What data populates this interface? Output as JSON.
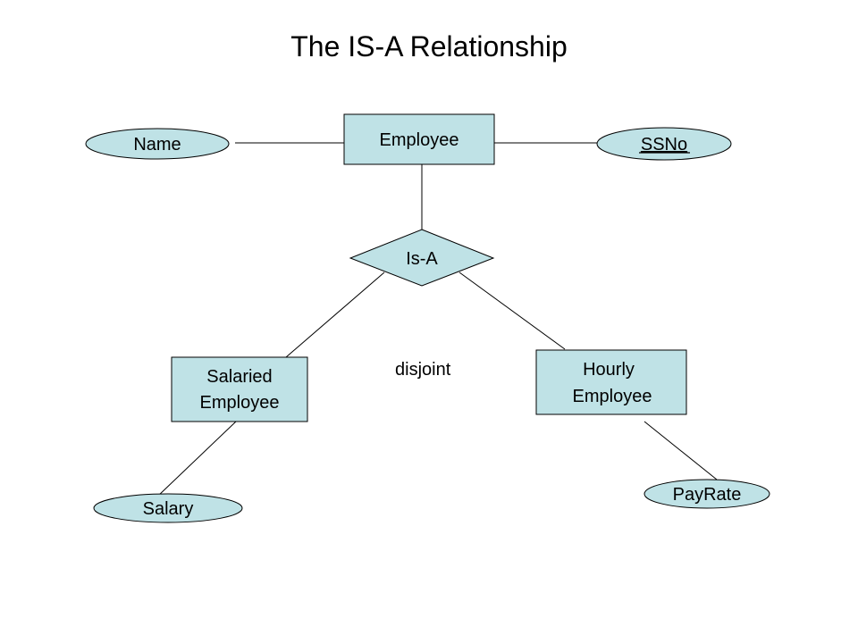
{
  "title": "The IS-A Relationship",
  "colors": {
    "shape_fill": "#bfe2e6",
    "stroke": "#000000",
    "text": "#000000"
  },
  "entities": {
    "employee": "Employee",
    "salaried_line1": "Salaried",
    "salaried_line2": "Employee",
    "hourly_line1": "Hourly",
    "hourly_line2": "Employee"
  },
  "attributes": {
    "name": "Name",
    "ssno": "SSNo",
    "salary": "Salary",
    "payrate": "PayRate"
  },
  "relationship": {
    "isa": "Is-A"
  },
  "constraint": "disjoint"
}
